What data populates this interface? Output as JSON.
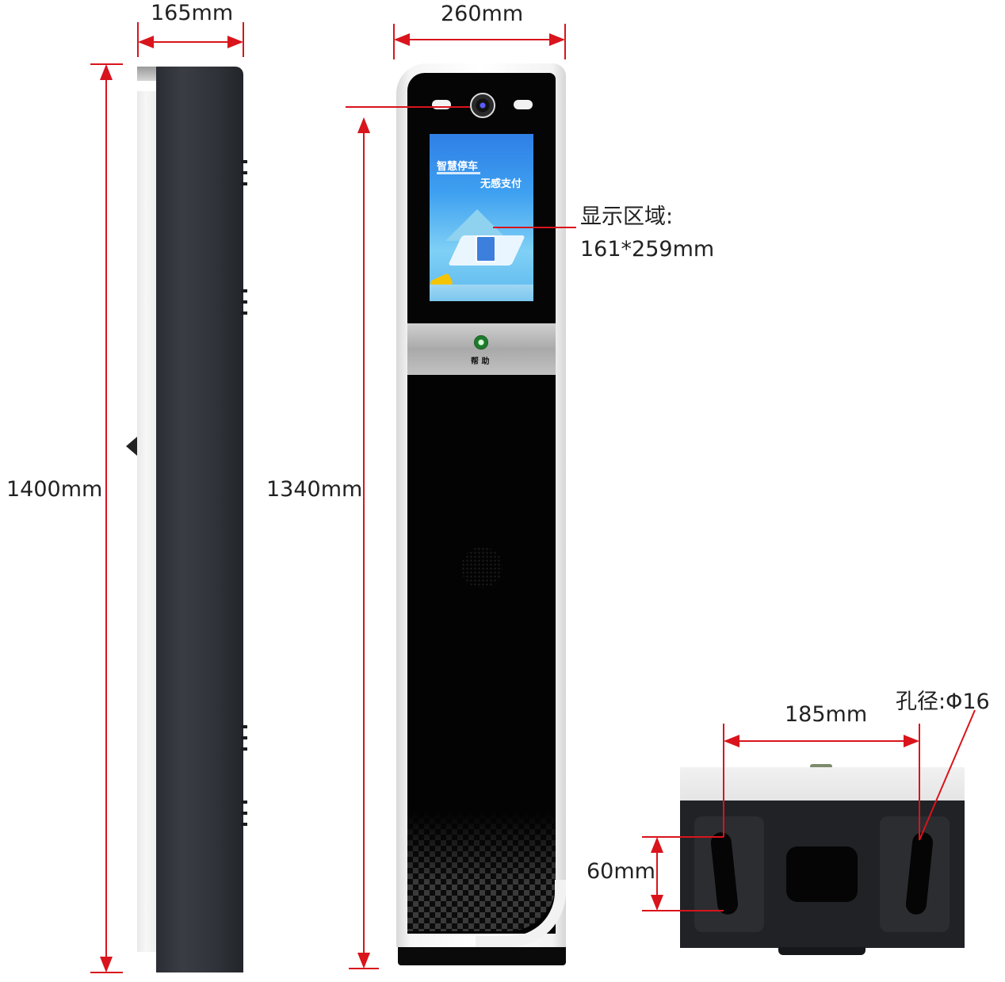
{
  "dimensions": {
    "side_width": "165mm",
    "front_width": "260mm",
    "total_height": "1400mm",
    "body_height": "1340mm",
    "display_area_label": "显示区域:",
    "display_area_value": "161*259mm",
    "hole_spacing": "185mm",
    "hole_diameter": "孔径:Φ16",
    "slot_length": "60mm"
  },
  "screen": {
    "headline": "智慧停车",
    "subheadline": "无感支付"
  },
  "help_panel": {
    "label": "帮 助"
  },
  "colors": {
    "dimension_line": "#d9141c",
    "kiosk_black": "#050505",
    "side_panel": "#33363c",
    "screen_blue": "#3a8fea"
  }
}
